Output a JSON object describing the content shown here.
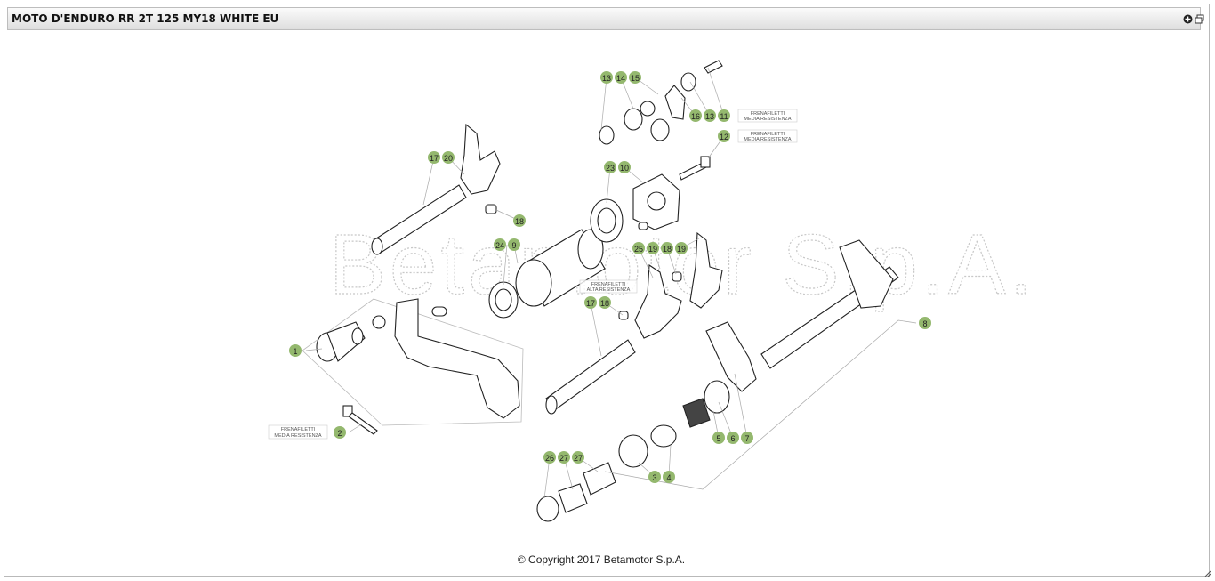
{
  "window": {
    "title": "MOTO D'ENDURO RR 2T 125 MY18 WHITE EU"
  },
  "toolbar": {
    "add_icon": "plus-circle-icon",
    "popout_icon": "popout-window-icon"
  },
  "diagram": {
    "watermark": "Betamotor S.p.A.",
    "accent_color": "#94b86e",
    "callouts": [
      "13",
      "14",
      "15",
      "16",
      "13",
      "11",
      "12",
      "23",
      "10",
      "17",
      "20",
      "18",
      "24",
      "9",
      "25",
      "19",
      "18",
      "19",
      "17",
      "18",
      "1",
      "2",
      "5",
      "6",
      "7",
      "8",
      "26",
      "27",
      "27",
      "3",
      "4"
    ],
    "notes": [
      {
        "line1": "FRENAFILETTI",
        "line2": "MEDIA RESISTENZA"
      },
      {
        "line1": "FRENAFILETTI",
        "line2": "MEDIA RESISTENZA"
      },
      {
        "line1": "FRENAFILETTI",
        "line2": "ALTA RESISTENZA"
      },
      {
        "line1": "FRENAFILETTI",
        "line2": "MEDIA RESISTENZA"
      }
    ]
  },
  "footer": {
    "copyright": "© Copyright 2017 Betamotor S.p.A."
  }
}
